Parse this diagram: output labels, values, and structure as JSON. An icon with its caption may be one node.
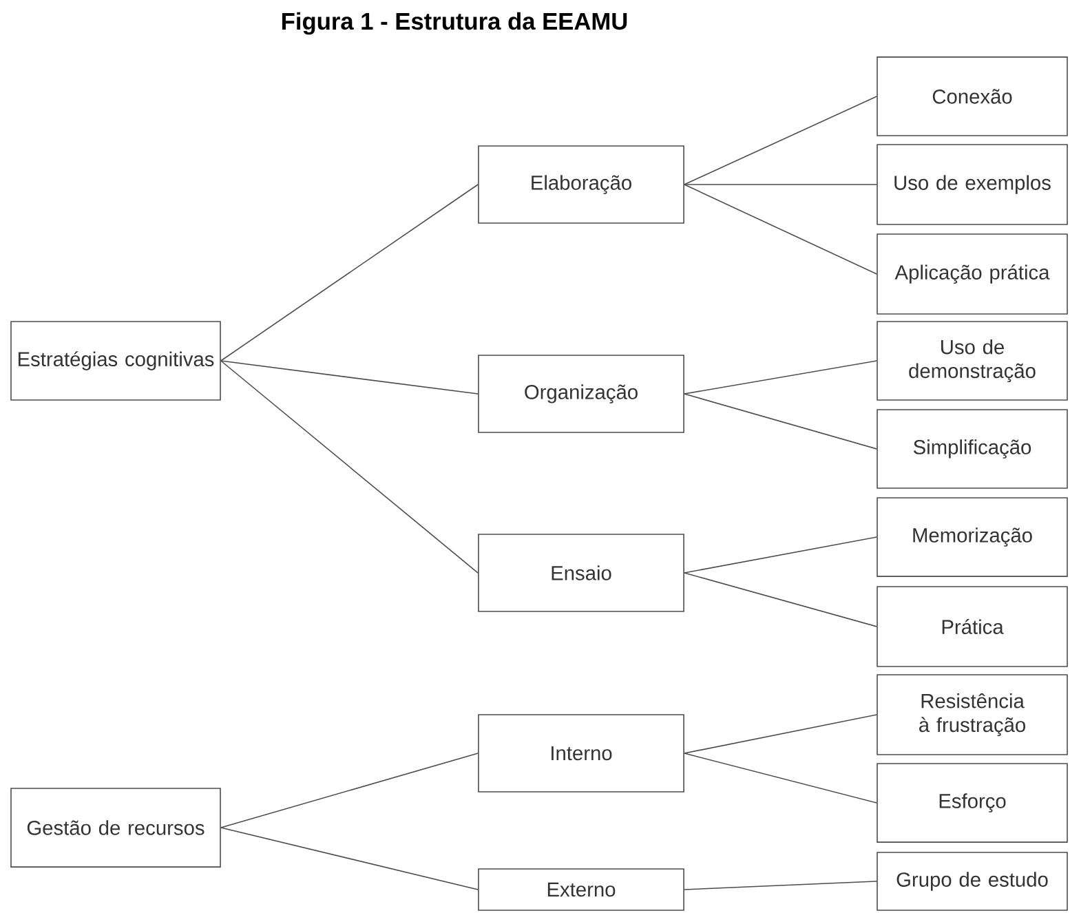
{
  "diagram": {
    "title": "Figura 1 - Estrutura da EEAMU",
    "nodes": [
      {
        "text": [
          "Estratégias cognitivas"
        ]
      },
      {
        "text": [
          "Elaboração"
        ]
      },
      {
        "text": [
          "Organização"
        ]
      },
      {
        "text": [
          "Ensaio"
        ]
      },
      {
        "text": [
          "Conexão"
        ]
      },
      {
        "text": [
          "Uso de exemplos"
        ]
      },
      {
        "text": [
          "Aplicação prática"
        ]
      },
      {
        "text": [
          "Uso de demonstração"
        ]
      },
      {
        "text": [
          "Simplificação"
        ]
      },
      {
        "text": [
          "Memorização"
        ]
      },
      {
        "text": [
          "Prática"
        ]
      },
      {
        "text": [
          "Resistência à frustração"
        ]
      },
      {
        "text": [
          "Esforço"
        ]
      },
      {
        "text": [
          "Gestão de recursos"
        ]
      },
      {
        "text": [
          "Interno"
        ]
      },
      {
        "text": [
          "Externo"
        ]
      },
      {
        "text": [
          "Grupo de estudo"
        ]
      }
    ],
    "edges": [
      {
        "from": 0,
        "to": 1,
        "arrow": "none"
      },
      {
        "from": 0,
        "to": 2,
        "arrow": "none"
      },
      {
        "from": 0,
        "to": 3,
        "arrow": "none"
      },
      {
        "from": 1,
        "to": 4,
        "arrow": "none"
      },
      {
        "from": 1,
        "to": 5,
        "arrow": "none"
      },
      {
        "from": 1,
        "to": 6,
        "arrow": "none"
      },
      {
        "from": 2,
        "to": 7,
        "arrow": "none"
      },
      {
        "from": 2,
        "to": 8,
        "arrow": "none"
      },
      {
        "from": 3,
        "to": 9,
        "arrow": "none"
      },
      {
        "from": 3,
        "to": 10,
        "arrow": "none"
      },
      {
        "from": 14,
        "to": 11,
        "arrow": "none"
      },
      {
        "from": 14,
        "to": 12,
        "arrow": "none"
      },
      {
        "from": 13,
        "to": 14,
        "arrow": "none"
      },
      {
        "from": 13,
        "to": 15,
        "arrow": "none"
      },
      {
        "from": 15,
        "to": 16,
        "arrow": "none"
      }
    ]
  }
}
